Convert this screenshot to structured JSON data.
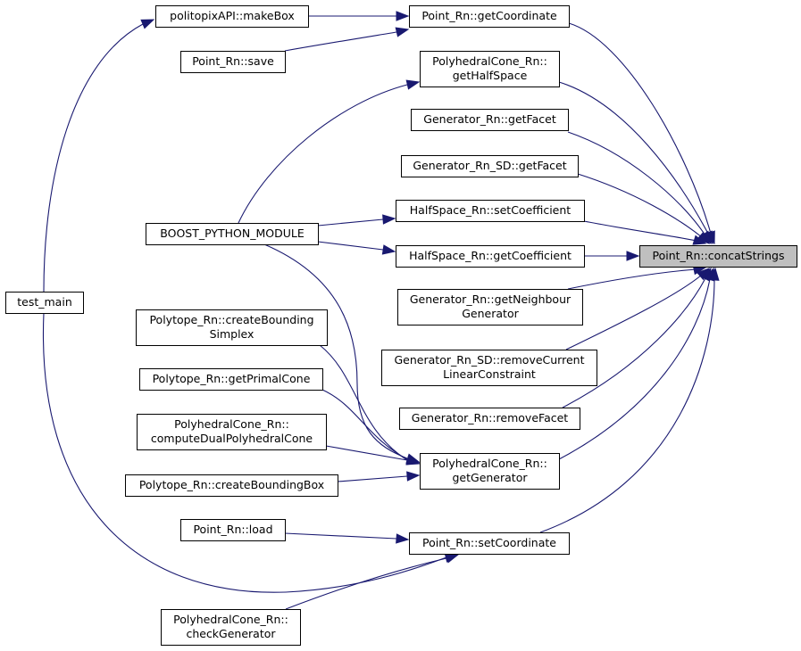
{
  "nodes": {
    "concat": {
      "lines": [
        "Point_Rn::concatStrings"
      ],
      "highlight": true
    },
    "getCoordinate": {
      "lines": [
        "Point_Rn::getCoordinate"
      ]
    },
    "makeBox": {
      "lines": [
        "politopixAPI::makeBox"
      ]
    },
    "save": {
      "lines": [
        "Point_Rn::save"
      ]
    },
    "getHalfSpace": {
      "lines": [
        "PolyhedralCone_Rn::",
        "getHalfSpace"
      ]
    },
    "genGetFacet": {
      "lines": [
        "Generator_Rn::getFacet"
      ]
    },
    "genSDGetFacet": {
      "lines": [
        "Generator_Rn_SD::getFacet"
      ]
    },
    "setCoefficient": {
      "lines": [
        "HalfSpace_Rn::setCoefficient"
      ]
    },
    "getCoefficient": {
      "lines": [
        "HalfSpace_Rn::getCoefficient"
      ]
    },
    "boost": {
      "lines": [
        "BOOST_PYTHON_MODULE"
      ]
    },
    "getNeighbour": {
      "lines": [
        "Generator_Rn::getNeighbour",
        "Generator"
      ]
    },
    "removeCurrent": {
      "lines": [
        "Generator_Rn_SD::removeCurrent",
        "LinearConstraint"
      ]
    },
    "removeFacet": {
      "lines": [
        "Generator_Rn::removeFacet"
      ]
    },
    "getGenerator": {
      "lines": [
        "PolyhedralCone_Rn::",
        "getGenerator"
      ]
    },
    "createBoundingSimplex": {
      "lines": [
        "Polytope_Rn::createBounding",
        "Simplex"
      ]
    },
    "getPrimalCone": {
      "lines": [
        "Polytope_Rn::getPrimalCone"
      ]
    },
    "computeDual": {
      "lines": [
        "PolyhedralCone_Rn::",
        "computeDualPolyhedralCone"
      ]
    },
    "createBoundingBox": {
      "lines": [
        "Polytope_Rn::createBoundingBox"
      ]
    },
    "setCoordinate": {
      "lines": [
        "Point_Rn::setCoordinate"
      ]
    },
    "load": {
      "lines": [
        "Point_Rn::load"
      ]
    },
    "checkGenerator": {
      "lines": [
        "PolyhedralCone_Rn::",
        "checkGenerator"
      ]
    },
    "testMain": {
      "lines": [
        "test_main"
      ]
    }
  },
  "edges": [
    [
      "getCoordinate",
      "concat"
    ],
    [
      "getHalfSpace",
      "concat"
    ],
    [
      "genGetFacet",
      "concat"
    ],
    [
      "genSDGetFacet",
      "concat"
    ],
    [
      "setCoefficient",
      "concat"
    ],
    [
      "getCoefficient",
      "concat"
    ],
    [
      "getNeighbour",
      "concat"
    ],
    [
      "removeCurrent",
      "concat"
    ],
    [
      "removeFacet",
      "concat"
    ],
    [
      "getGenerator",
      "concat"
    ],
    [
      "setCoordinate",
      "concat"
    ],
    [
      "makeBox",
      "getCoordinate"
    ],
    [
      "save",
      "getCoordinate"
    ],
    [
      "testMain",
      "makeBox"
    ],
    [
      "boost",
      "getHalfSpace"
    ],
    [
      "boost",
      "setCoefficient"
    ],
    [
      "boost",
      "getCoefficient"
    ],
    [
      "boost",
      "getGenerator"
    ],
    [
      "createBoundingSimplex",
      "getGenerator"
    ],
    [
      "getPrimalCone",
      "getGenerator"
    ],
    [
      "computeDual",
      "getGenerator"
    ],
    [
      "createBoundingBox",
      "getGenerator"
    ],
    [
      "load",
      "setCoordinate"
    ],
    [
      "testMain",
      "setCoordinate"
    ],
    [
      "checkGenerator",
      "setCoordinate"
    ]
  ],
  "colors": {
    "edge": "#191970",
    "highlight_fill": "#bfbfbf",
    "node_fill": "#ffffff",
    "node_stroke": "#000000"
  }
}
